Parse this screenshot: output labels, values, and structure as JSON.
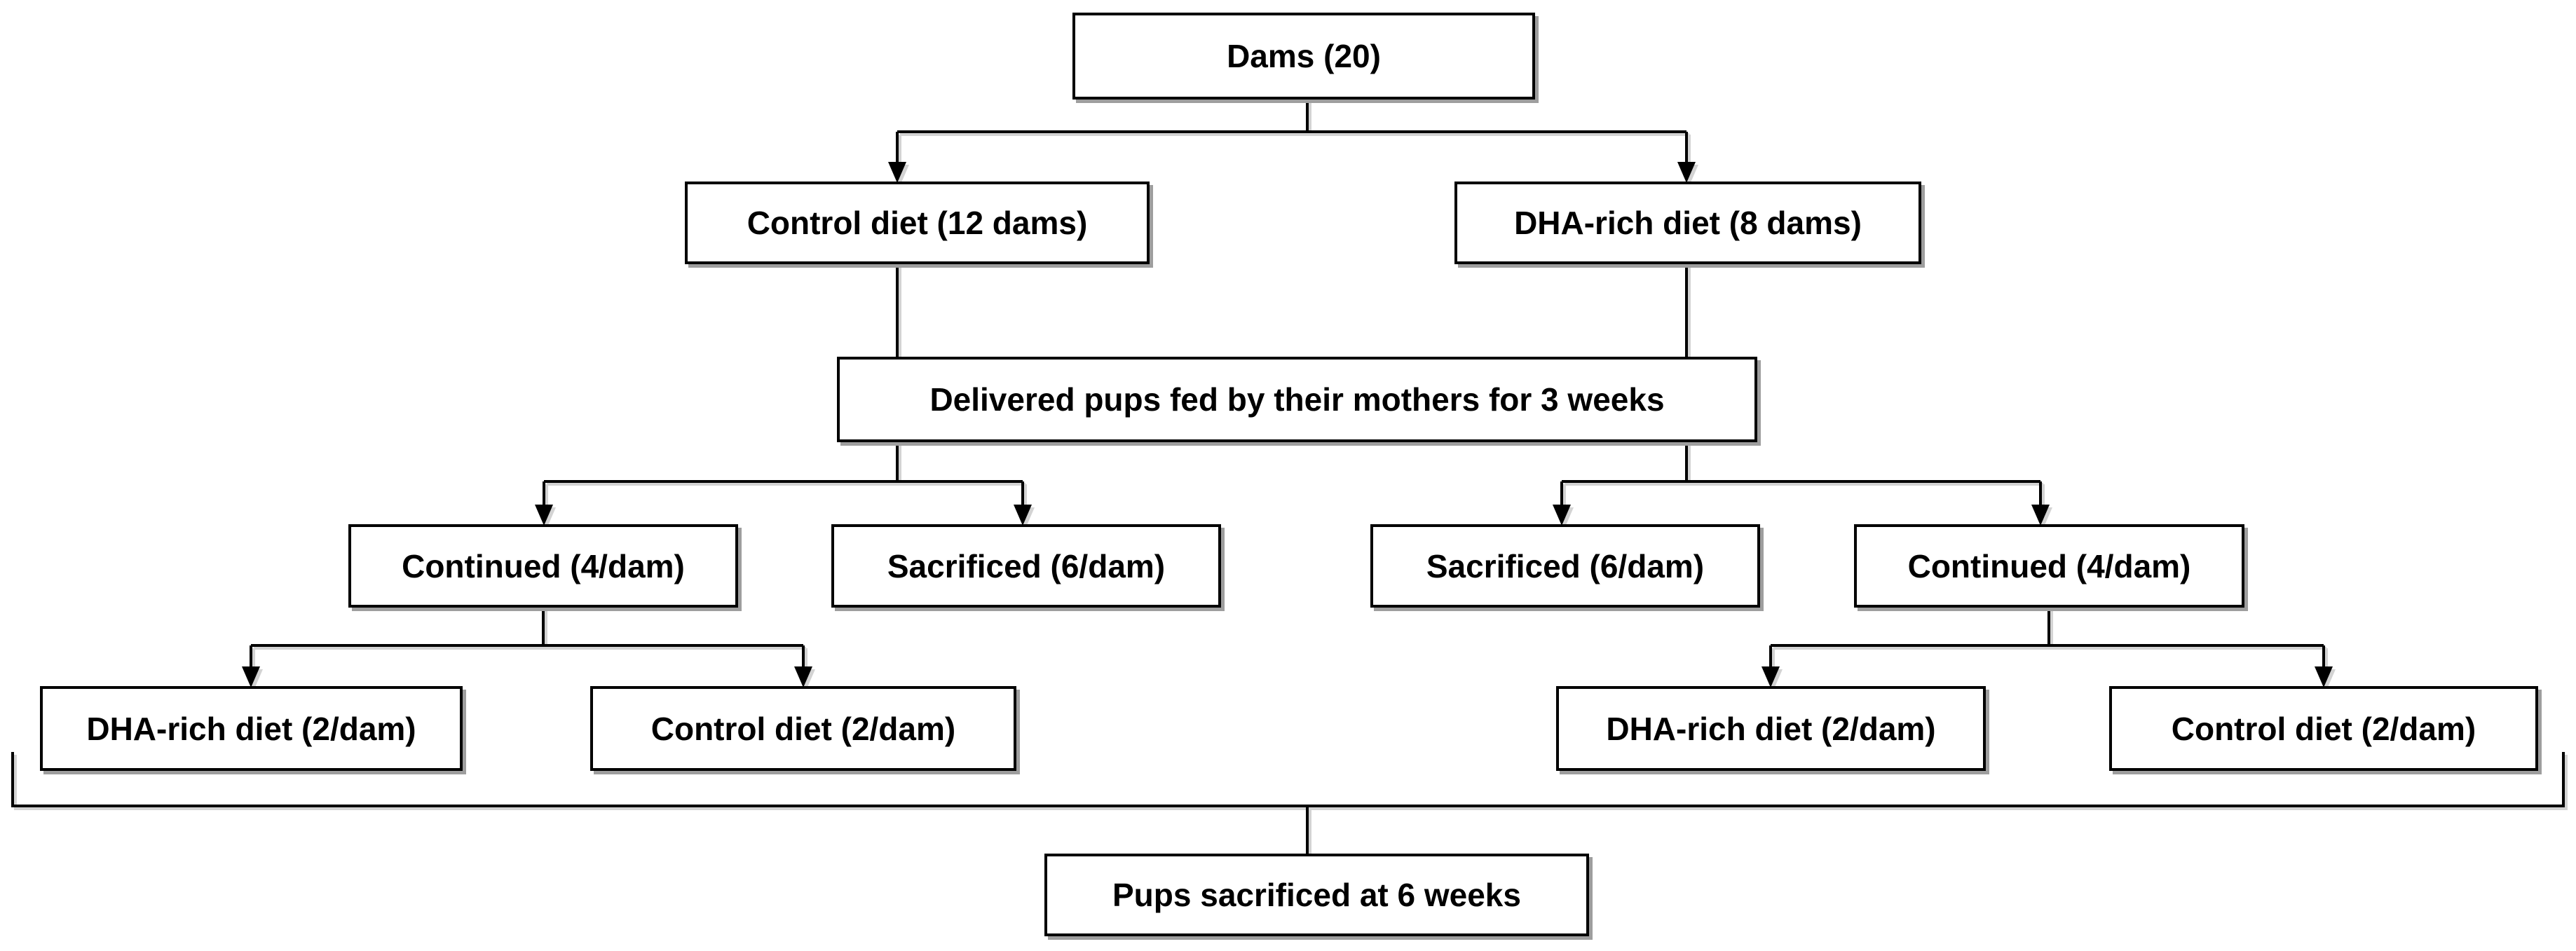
{
  "colors": {
    "background": "#ffffff",
    "box_fill": "#ffffff",
    "box_border": "#000000",
    "text": "#000000",
    "connector": "#000000",
    "shadow": "#9e9e9e"
  },
  "nodes": {
    "dams": {
      "label": "Dams (20)"
    },
    "control_diet_12_dams": {
      "label": "Control diet (12 dams)"
    },
    "dha_rich_diet_8_dams": {
      "label": "DHA-rich diet (8 dams)"
    },
    "delivered_pups": {
      "label": "Delivered pups fed by their mothers for 3 weeks"
    },
    "continued_left": {
      "label": "Continued (4/dam)"
    },
    "sacrificed_left": {
      "label": "Sacrificed (6/dam)"
    },
    "sacrificed_right": {
      "label": "Sacrificed (6/dam)"
    },
    "continued_right": {
      "label": "Continued (4/dam)"
    },
    "dha_rich_diet_left": {
      "label": "DHA-rich diet (2/dam)"
    },
    "control_diet_left": {
      "label": "Control diet (2/dam)"
    },
    "dha_rich_diet_right": {
      "label": "DHA-rich diet (2/dam)"
    },
    "control_diet_right": {
      "label": "Control diet (2/dam)"
    },
    "pups_sacrificed": {
      "label": "Pups sacrificed at 6 weeks"
    }
  }
}
